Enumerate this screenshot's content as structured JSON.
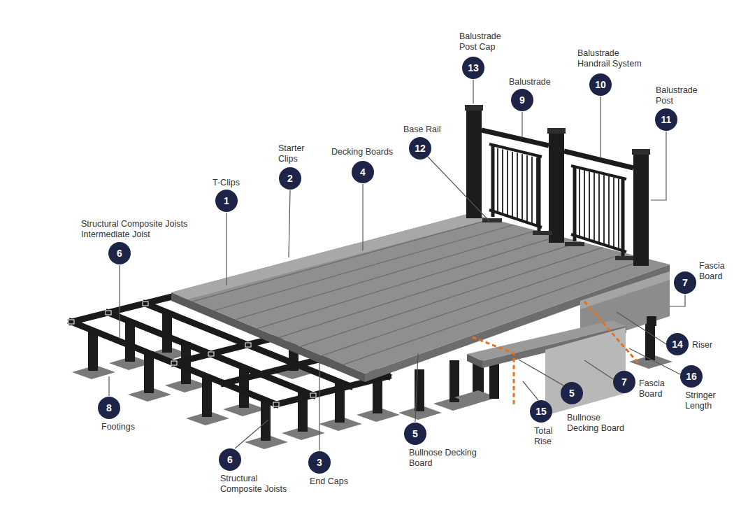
{
  "diagram": {
    "nodes": [
      {
        "text": [
          "13",
          "Balustrade Post Cap"
        ]
      },
      {
        "text": [
          "10",
          "Balustrade Handrail System"
        ]
      },
      {
        "text": [
          "9",
          "Balustrade"
        ]
      },
      {
        "text": [
          "11",
          "Balustrade Post"
        ]
      },
      {
        "text": [
          "12",
          "Base Rail"
        ]
      },
      {
        "text": [
          "2",
          "Starter Clips"
        ]
      },
      {
        "text": [
          "4",
          "Decking Boards"
        ]
      },
      {
        "text": [
          "1",
          "T-Clips"
        ]
      },
      {
        "text": [
          "6",
          "Structural Composite Joists Intermediate Joist"
        ]
      },
      {
        "text": [
          "7",
          "Fascia Board"
        ]
      },
      {
        "text": [
          "14",
          "Riser"
        ]
      },
      {
        "text": [
          "5",
          "Bullnose Decking Board"
        ]
      },
      {
        "text": [
          "7",
          "Fascia Board"
        ]
      },
      {
        "text": [
          "16",
          "Stringer Length"
        ]
      },
      {
        "text": [
          "15",
          "Total Rise"
        ]
      },
      {
        "text": [
          "8",
          "Footings"
        ]
      },
      {
        "text": [
          "5",
          "Bullnose Decking Board"
        ]
      },
      {
        "text": [
          "6",
          "Structural Composite Joists"
        ]
      },
      {
        "text": [
          "3",
          "End Caps"
        ]
      }
    ]
  }
}
